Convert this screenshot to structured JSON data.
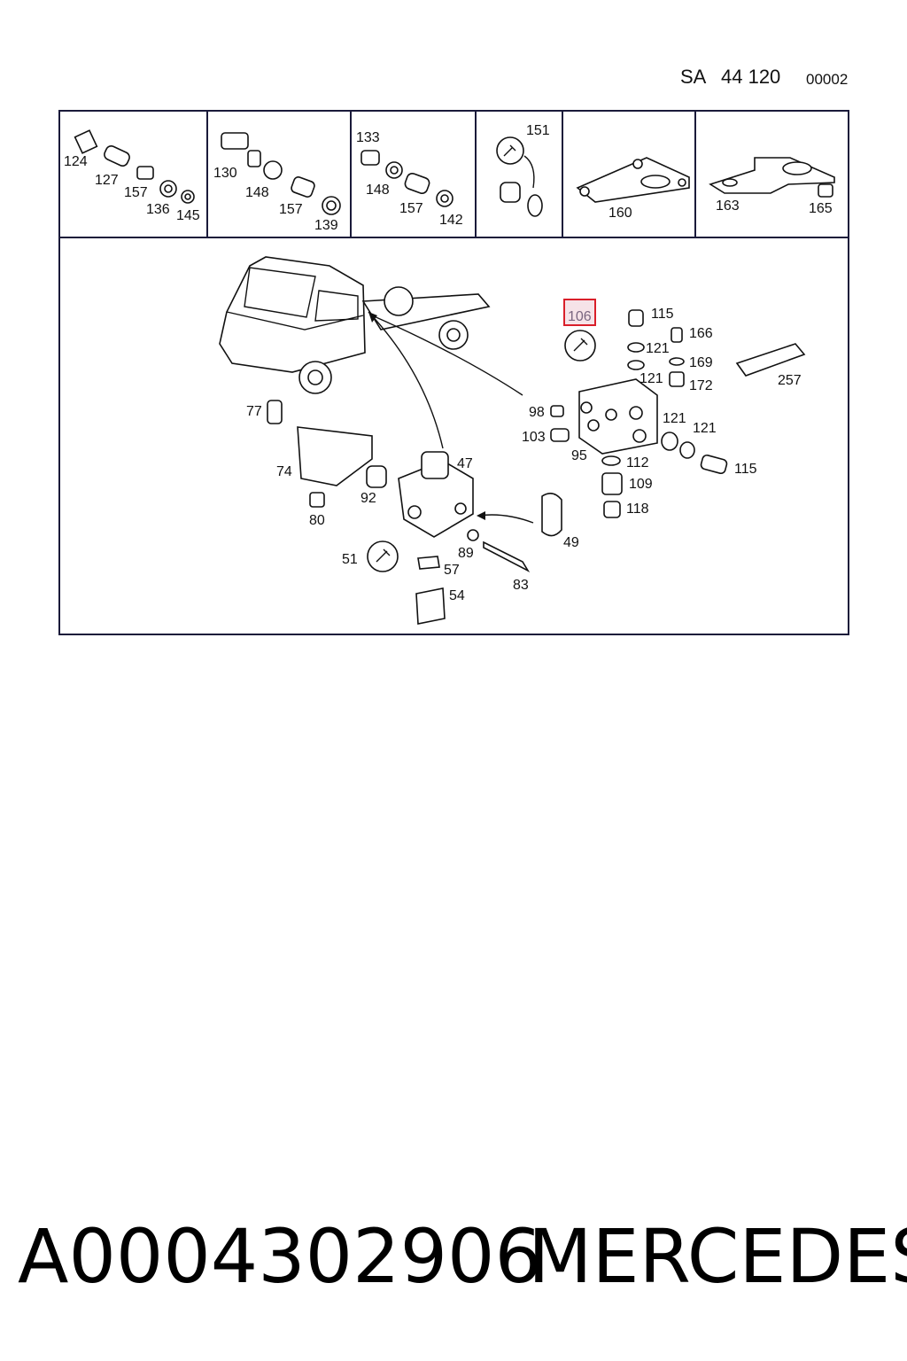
{
  "header": {
    "group": "SA",
    "section": "44 120",
    "sheet": "00002"
  },
  "highlight_part": "106",
  "top_panels": [
    {
      "labels": [
        "124",
        "127",
        "157",
        "136",
        "145"
      ]
    },
    {
      "labels": [
        "130",
        "148",
        "157",
        "139"
      ]
    },
    {
      "labels": [
        "133",
        "148",
        "157",
        "142"
      ]
    },
    {
      "labels": [
        "151"
      ]
    },
    {
      "labels": [
        "160"
      ]
    },
    {
      "labels": [
        "163",
        "165"
      ]
    }
  ],
  "main_labels": [
    "106",
    "115",
    "166",
    "121",
    "169",
    "121",
    "172",
    "257",
    "98",
    "103",
    "95",
    "121",
    "121",
    "112",
    "109",
    "118",
    "115",
    "77",
    "74",
    "92",
    "80",
    "47",
    "49",
    "51",
    "57",
    "89",
    "83",
    "54"
  ],
  "footer": {
    "part_number": "A0004302906",
    "brand": "MERCEDES"
  }
}
